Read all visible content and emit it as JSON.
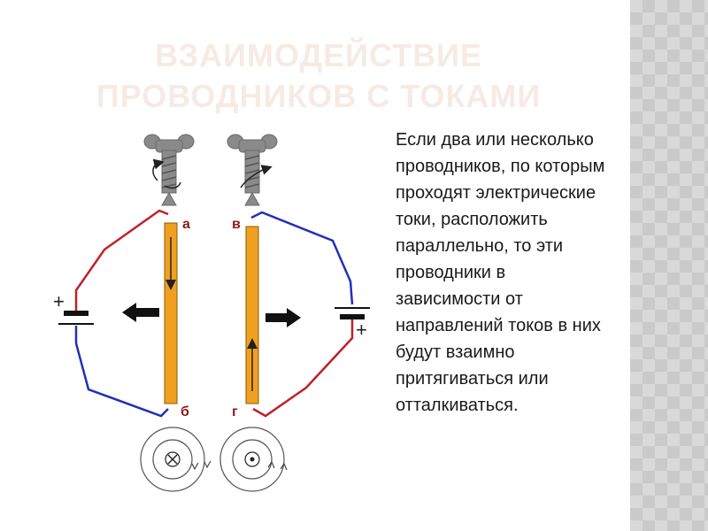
{
  "slide": {
    "title_lines": [
      "ВЗАИМОДЕЙСТВИЕ",
      "ПРОВОДНИКОВ С ТОКАМИ"
    ],
    "body_lines": [
      "Если два или несколько",
      "проводников, по которым",
      "проходят электрические",
      "токи, расположить",
      "параллельно, то эти",
      "проводники в",
      "зависимости от",
      "направлений токов в них",
      "будут взаимно",
      "притягиваться или",
      "отталкиваться."
    ]
  },
  "diagram": {
    "labels": {
      "a": "а",
      "b": "б",
      "v": "в",
      "g": "г"
    },
    "battery_left_sign": "+",
    "battery_right_sign": "+",
    "colors": {
      "rod": "#f0a020",
      "wire_red": "#c0202a",
      "wire_blue": "#2030b8",
      "label": "#8b1a1a",
      "title": "#f6ebe4",
      "screw": "#8a8a8a"
    }
  }
}
